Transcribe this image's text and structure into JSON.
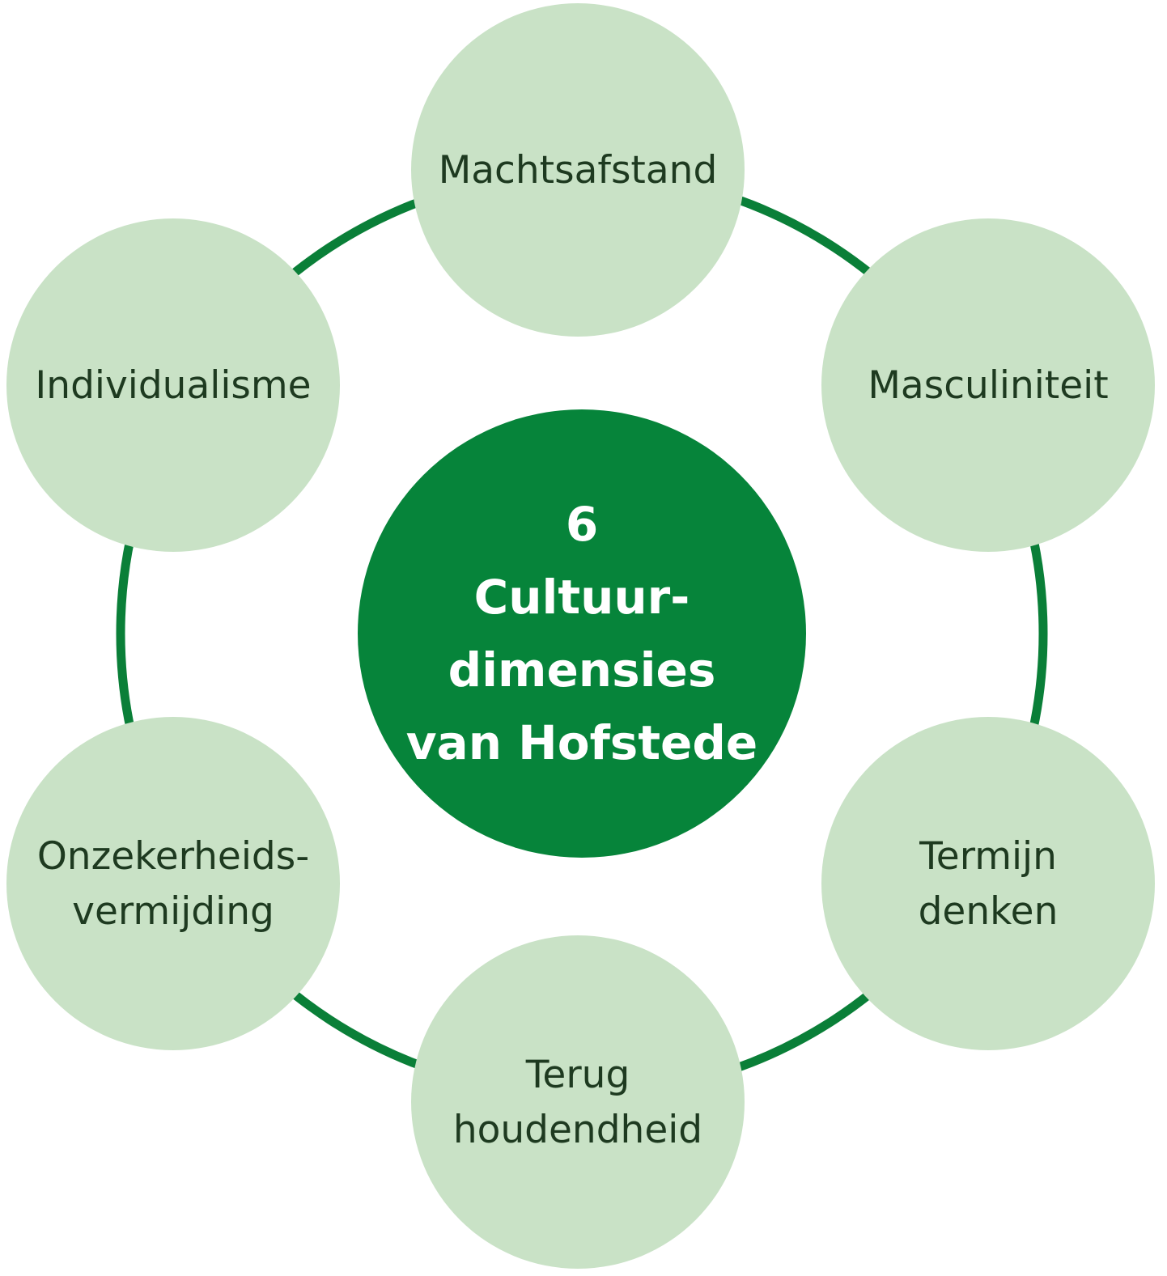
{
  "center": {
    "lines": [
      "6",
      "Cultuur-",
      "dimensies",
      "van Hofstede"
    ]
  },
  "nodes": [
    {
      "lines": [
        "Machtsafstand"
      ]
    },
    {
      "lines": [
        "Masculiniteit"
      ]
    },
    {
      "lines": [
        "Termijn",
        "denken"
      ]
    },
    {
      "lines": [
        "Terug",
        "houdendheid"
      ]
    },
    {
      "lines": [
        "Onzekerheids-",
        "vermijding"
      ]
    },
    {
      "lines": [
        "Individualisme"
      ]
    }
  ],
  "colors": {
    "ring": "#0a7f38",
    "center_fill": "#06843a",
    "center_text": "#ffffff",
    "node_fill": "#c9e2c6",
    "node_text": "#1e3a20"
  }
}
